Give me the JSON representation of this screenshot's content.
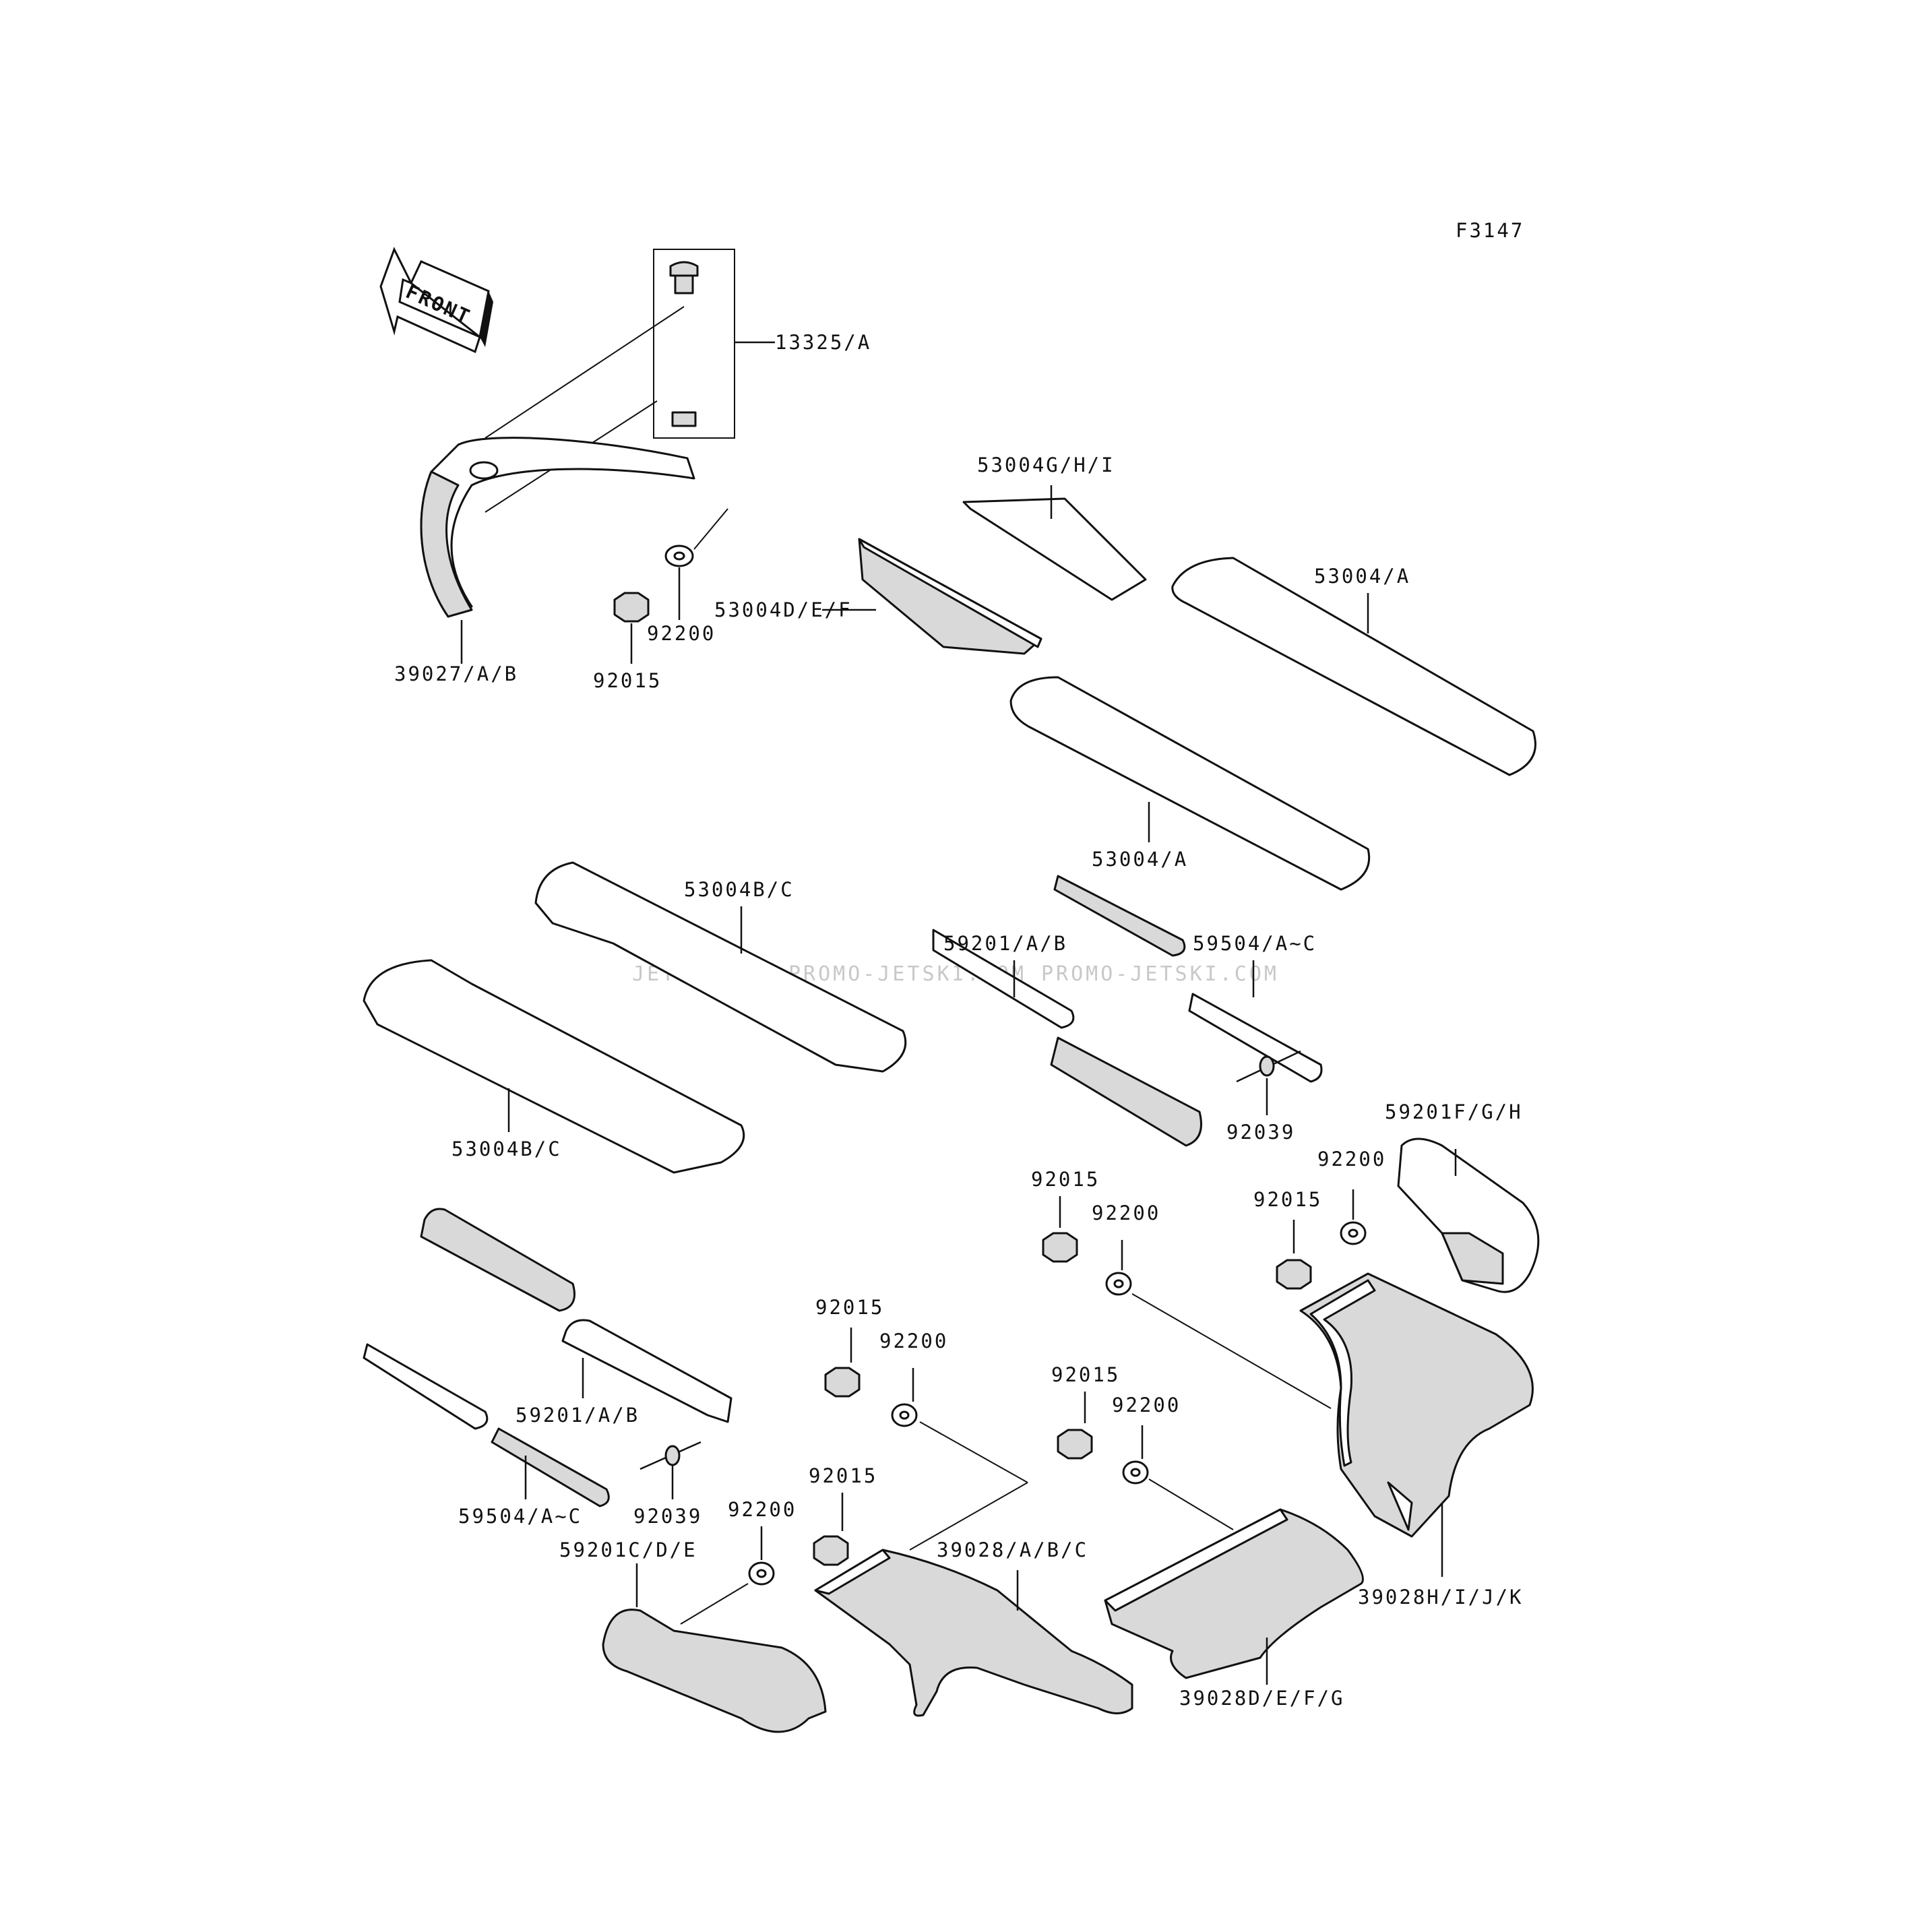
{
  "figure_code": "F3147",
  "front_arrow": {
    "text": "FRONT",
    "icon": "front-direction-arrow-icon"
  },
  "watermarks": [
    "JETSKI.COM",
    "PROMO-JETSKI.COM",
    "PROMO-JETSKI.COM"
  ],
  "labels": {
    "l_13325A": "13325/A",
    "l_53004GHI": "53004G/H/I",
    "l_53004A_top": "53004/A",
    "l_53004DEF": "53004D/E/F",
    "l_92200_top": "92200",
    "l_39027AB": "39027/A/B",
    "l_92015_top": "92015",
    "l_53004A_mid": "53004/A",
    "l_53004BC_top": "53004B/C",
    "l_59201AB_top": "59201/A/B",
    "l_59504AC_top": "59504/A~C",
    "l_53004BC_bot": "53004B/C",
    "l_92039_right": "92039",
    "l_59201FGH": "59201F/G/H",
    "l_92200_r1": "92200",
    "l_92015_m1": "92015",
    "l_92200_m1": "92200",
    "l_92015_r1": "92015",
    "l_92015_m2": "92015",
    "l_92200_m2": "92200",
    "l_92015_m3": "92015",
    "l_92200_m3": "92200",
    "l_59201AB_bot": "59201/A/B",
    "l_59504AC_bot": "59504/A~C",
    "l_92039_left": "92039",
    "l_92015_l1": "92015",
    "l_92200_l1": "92200",
    "l_59201CDE": "59201C/D/E",
    "l_39028ABC": "39028/A/B/C",
    "l_39028HIJK": "39028H/I/J/K",
    "l_39028DEFG": "39028D/E/F/G"
  }
}
